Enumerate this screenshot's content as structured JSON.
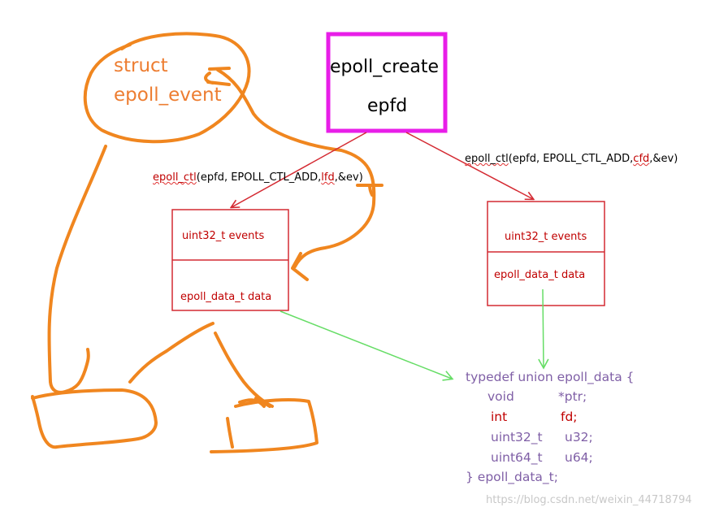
{
  "sketch": {
    "line1": "struct",
    "line2": "epoll_event"
  },
  "epoll_box": {
    "line1": "epoll_create",
    "line2": "epfd"
  },
  "calls": {
    "left": {
      "fn": "epoll_ctl",
      "args_a": "(epfd, EPOLL_CTL_ADD,",
      "fd": "lfd",
      "args_b": ",&ev)"
    },
    "right": {
      "fn": "epoll_ctl",
      "args_a": "(epfd, EPOLL_CTL_ADD,",
      "fd": "cfd",
      "args_b": ",&ev)"
    }
  },
  "struct_left": {
    "events": "uint32_t  events",
    "data": "epoll_data_t data"
  },
  "struct_right": {
    "events": "uint32_t  events",
    "data": "epoll_data_t data"
  },
  "union_def": {
    "open": "typedef union epoll_data {",
    "rows": [
      {
        "type": "void",
        "name": "*ptr;"
      },
      {
        "type": "int",
        "name": "fd;"
      },
      {
        "type": "uint32_t",
        "name": "u32;"
      },
      {
        "type": "uint64_t",
        "name": "u64;"
      }
    ],
    "close": "} epoll_data_t;"
  },
  "watermark": "https://blog.csdn.net/weixin_44718794",
  "colors": {
    "sketch": "#ed7d31",
    "magenta": "#e81ee8",
    "red": "#d42a32",
    "green": "#66dd66",
    "purple": "#7f5fa6",
    "dark_red": "#c00000"
  }
}
